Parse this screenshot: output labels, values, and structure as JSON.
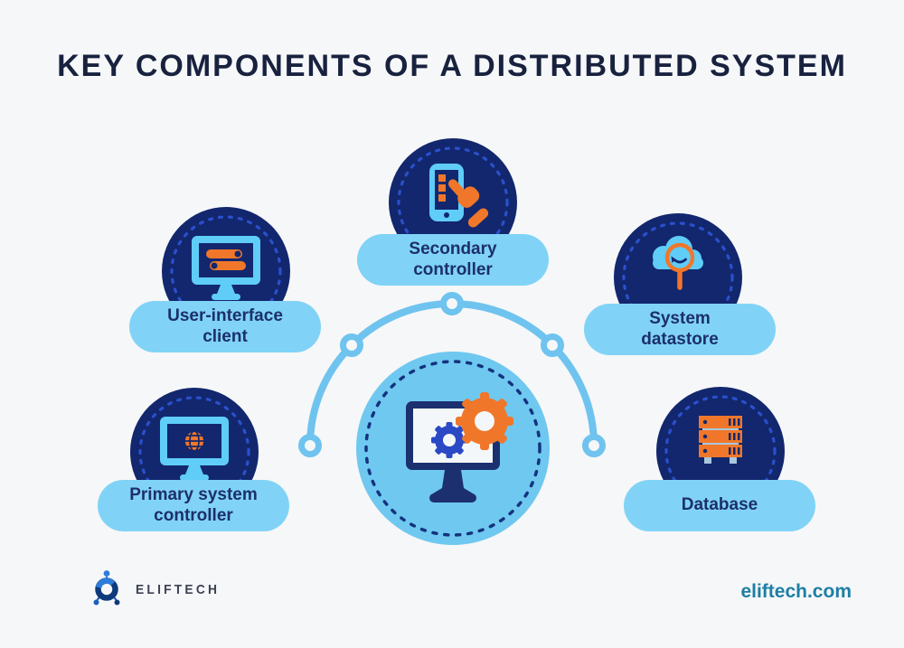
{
  "title": "KEY COMPONENTS OF A DISTRIBUTED SYSTEM",
  "nodes": [
    {
      "id": "user-interface-client",
      "label": "User-interface\nclient",
      "icon": "monitor-toggles-icon"
    },
    {
      "id": "secondary-controller",
      "label": "Secondary\ncontroller",
      "icon": "smartphone-tap-hand-icon"
    },
    {
      "id": "system-datastore",
      "label": "System\ndatastore",
      "icon": "cloud-magnifier-icon"
    },
    {
      "id": "primary-system-controller",
      "label": "Primary system\ncontroller",
      "icon": "monitor-globe-icon"
    },
    {
      "id": "database",
      "label": "Database",
      "icon": "server-stack-icon"
    }
  ],
  "center": {
    "icon": "computer-gears-icon"
  },
  "footer": {
    "logo_text": "ELIFTECH",
    "website": "eliftech.com"
  },
  "colors": {
    "background": "#f6f7f8",
    "title_navy": "#18223f",
    "circle_navy": "#12276e",
    "dash_blue": "#2b50cc",
    "pill_sky": "#80d3f6",
    "center_sky": "#6fc8f0",
    "center_dash": "#14337d",
    "icon_sky": "#5fcdf8",
    "orange": "#f0772a",
    "gear_blue": "#2b49c4",
    "label_navy": "#1c2f6d",
    "frame_navy": "#1c3070",
    "website_teal": "#1e7ea6",
    "logo_gray": "#3d4254",
    "node_ring_sky": "#6fc3ef",
    "server_trim": "#a9c7dd",
    "screen_white": "#f4f7f9"
  }
}
